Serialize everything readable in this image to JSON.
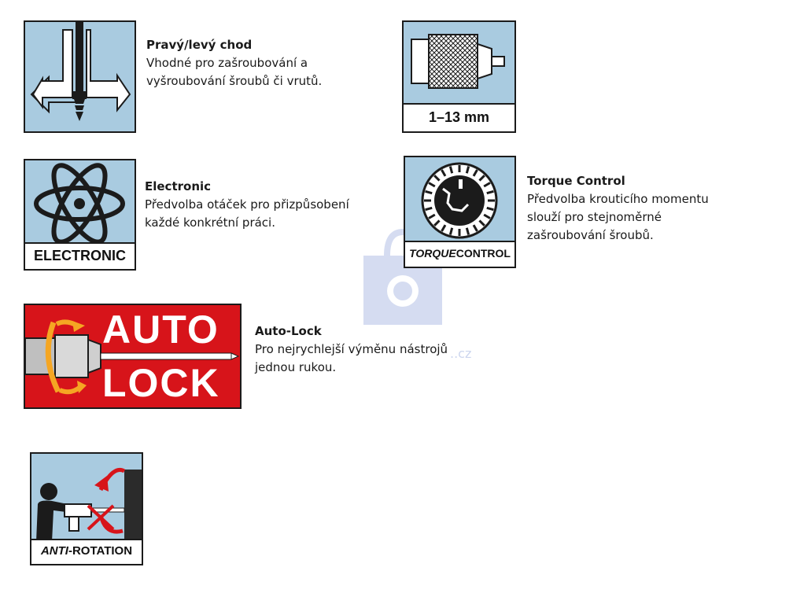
{
  "features": {
    "direction": {
      "title": "Pravý/levý chod",
      "desc": "Vhodné pro zašroubování a\nvyšroubování šroubů či vrutů."
    },
    "chuck": {
      "label": "1–13 mm"
    },
    "electronic": {
      "label": "ELECTRONIC",
      "title": "Electronic",
      "desc": "Předvolba otáček pro přizpůsobení\nkaždé konkrétní práci."
    },
    "torque": {
      "label_italic": "TORQUE",
      "label_regular": "CONTROL",
      "title": "Torque Control",
      "desc": "Předvolba krouticího momentu\nslouží pro stejnoměrné\nzašroubování šroubů."
    },
    "autolock": {
      "line1": "AUTO",
      "line2": "LOCK",
      "title": "Auto-Lock",
      "desc": "Pro nejrychlejší výměnu nástrojů\njednou rukou."
    },
    "antirotation": {
      "label_italic": "ANTI",
      "label_regular": "-ROTATION"
    }
  },
  "watermark": {
    "text": "..cz"
  },
  "colors": {
    "icon_blue": "#a9cbe0",
    "autolock_red": "#d7141a",
    "accent_orange": "#f5a623"
  }
}
